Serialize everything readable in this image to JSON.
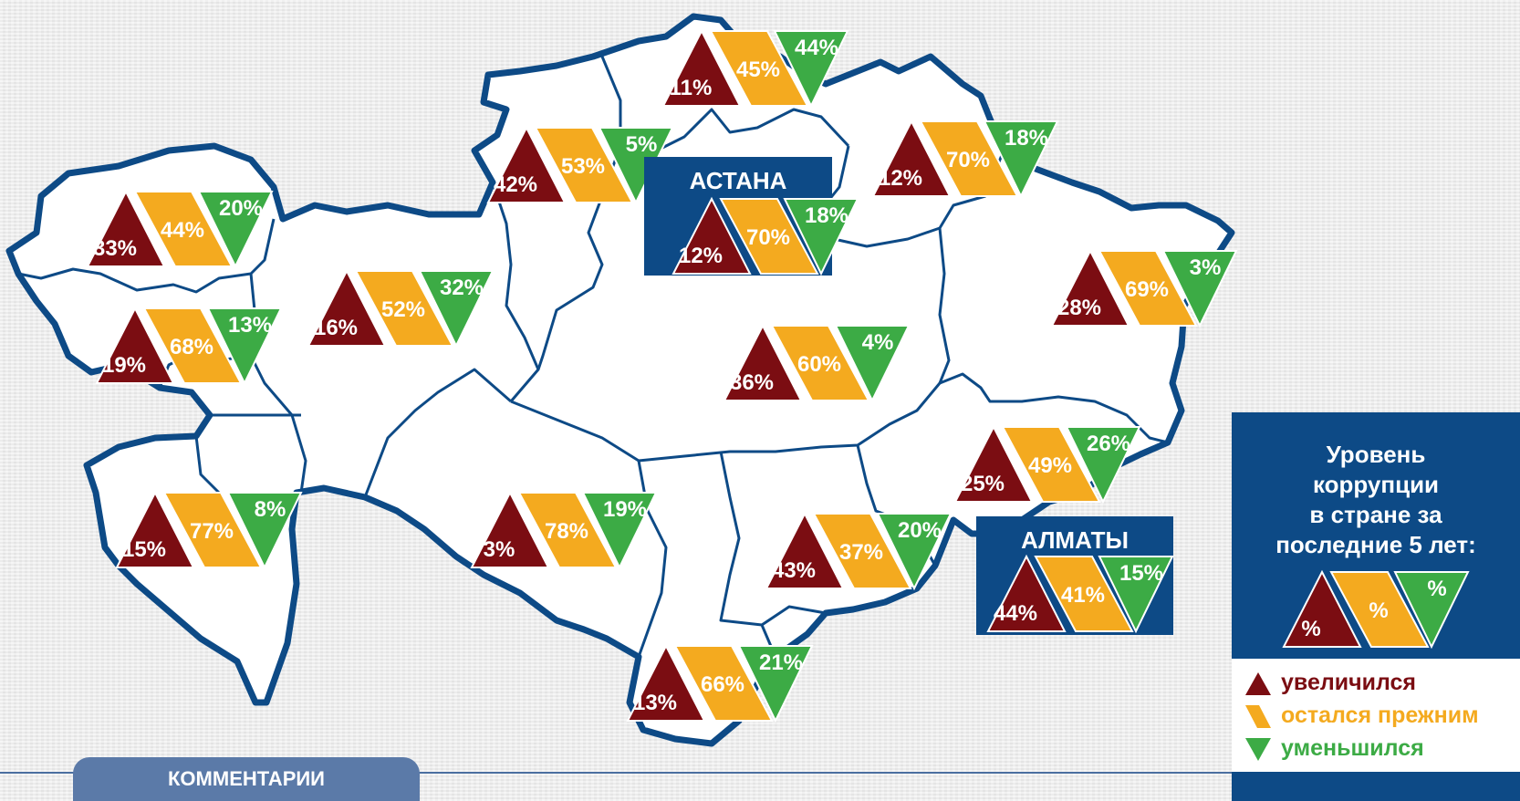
{
  "colors": {
    "increased": "#7b0d12",
    "same": "#f4aa1f",
    "decreased": "#3cab45",
    "navy": "#0d4a86",
    "outline": "#0d4a86"
  },
  "regions": [
    {
      "id": "west-kazakhstan",
      "up": "33%",
      "same": "44%",
      "down": "20%"
    },
    {
      "id": "atyrau",
      "up": "19%",
      "same": "68%",
      "down": "13%"
    },
    {
      "id": "mangystau",
      "up": "15%",
      "same": "77%",
      "down": "8%"
    },
    {
      "id": "aktobe",
      "up": "16%",
      "same": "52%",
      "down": "32%"
    },
    {
      "id": "kostanay",
      "up": "42%",
      "same": "53%",
      "down": "5%"
    },
    {
      "id": "north-kazakhstan",
      "up": "11%",
      "same": "45%",
      "down": "44%"
    },
    {
      "id": "pavlodar",
      "up": "12%",
      "same": "70%",
      "down": "18%"
    },
    {
      "id": "east-kazakhstan",
      "up": "28%",
      "same": "69%",
      "down": "3%"
    },
    {
      "id": "karaganda",
      "up": "36%",
      "same": "60%",
      "down": "4%"
    },
    {
      "id": "kyzylorda",
      "up": "3%",
      "same": "78%",
      "down": "19%"
    },
    {
      "id": "zhambyl",
      "up": "43%",
      "same": "37%",
      "down": "20%"
    },
    {
      "id": "almaty-region",
      "up": "25%",
      "same": "49%",
      "down": "26%"
    },
    {
      "id": "south-kazakhstan",
      "up": "13%",
      "same": "66%",
      "down": "21%"
    }
  ],
  "cities": [
    {
      "id": "astana",
      "name": "АСТАНА",
      "up": "12%",
      "same": "70%",
      "down": "18%"
    },
    {
      "id": "almaty",
      "name": "АЛМАТЫ",
      "up": "44%",
      "same": "41%",
      "down": "15%"
    }
  ],
  "legend": {
    "title": [
      "Уровень",
      "коррупции",
      "в стране за",
      "последние 5 лет:"
    ],
    "sample": {
      "up": "%",
      "same": "%",
      "down": "%"
    },
    "increased": "увеличился",
    "same": "остался прежним",
    "decreased": "уменьшился"
  },
  "footer": {
    "tab": "КОММЕНТАРИИ"
  }
}
